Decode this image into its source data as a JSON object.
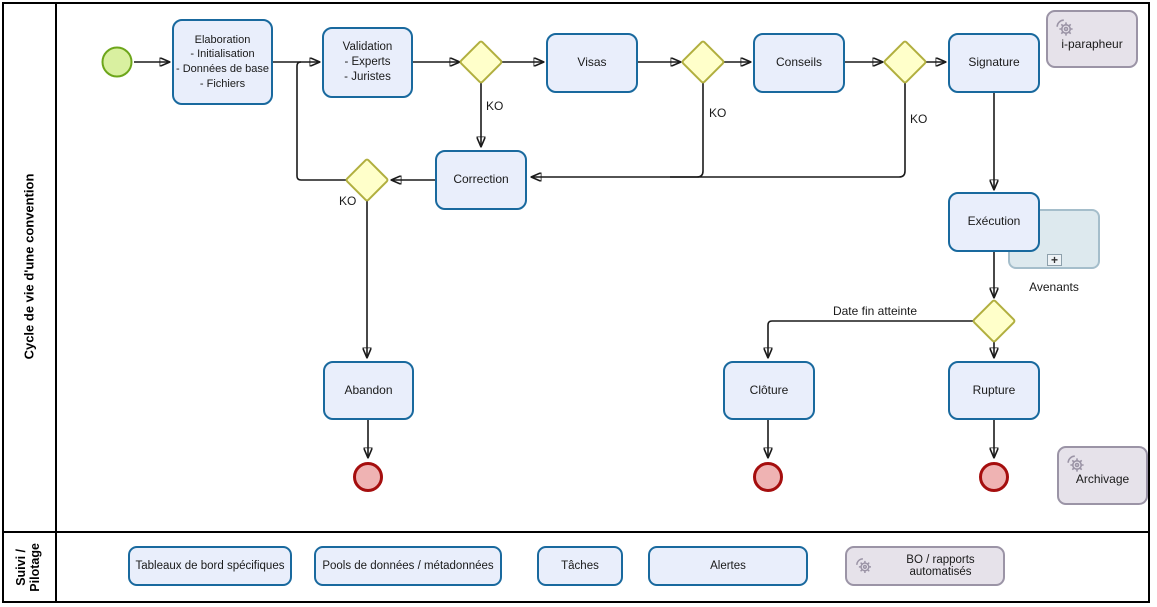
{
  "lanes": {
    "main": "Cycle de vie d'une convention",
    "bottom": "Suivi /\nPilotage"
  },
  "tasks": {
    "elaboration": "Elaboration\n- Initialisation\n- Données de base\n- Fichiers",
    "validation": "Validation\n- Experts\n- Juristes",
    "visas": "Visas",
    "conseils": "Conseils",
    "signature": "Signature",
    "correction": "Correction",
    "abandon": "Abandon",
    "execution": "Exécution",
    "cloture": "Clôture",
    "rupture": "Rupture"
  },
  "artifacts": {
    "i_parapheur": "i-parapheur",
    "archivage": "Archivage",
    "bo": "BO / rapports automatisés"
  },
  "subprocess": {
    "avenants": "Avenants"
  },
  "edge_labels": {
    "ko": "KO",
    "date_fin": "Date fin atteinte"
  },
  "bottom_items": [
    "Tableaux de bord spécifiques",
    "Pools de données / métadonnées",
    "Tâches",
    "Alertes"
  ],
  "colors": {
    "task-fill": "#e9eefb",
    "task-border": "#19699e",
    "gateway-fill": "#ffffca",
    "gateway-border": "#b1af3f",
    "start-fill": "#d9f0a0",
    "start-border": "#6da61b",
    "end-fill": "#efb3b3",
    "end-border": "#a50e0e",
    "artifact-fill": "#e6e2ea",
    "artifact-border": "#9b94a6",
    "subprocess-fill": "#dde9ee",
    "subprocess-border": "#a5becb",
    "line": "#1a1a1a"
  }
}
